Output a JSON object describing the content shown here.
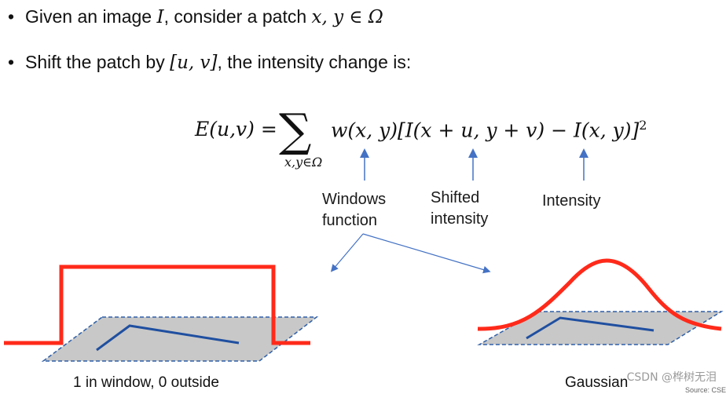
{
  "bullets": [
    {
      "text_before": "Given an image ",
      "math1": "I",
      "text_middle": ", consider a patch ",
      "math2": "x, y ∈ Ω"
    },
    {
      "text_before": "Shift the patch by ",
      "math1": "[u, v]",
      "text_after": ", the intensity change is:"
    }
  ],
  "formula": {
    "lhs": "E(u,v) = ",
    "sum_symbol": "∑",
    "subscript": "x,y∈Ω",
    "rhs": "w(x, y)[I(x + u, y + v) − I(x, y)]",
    "power": "2"
  },
  "annotations": {
    "windows_function": [
      "Windows",
      "function"
    ],
    "shifted_intensity": [
      "Shifted",
      "intensity"
    ],
    "intensity": "Intensity"
  },
  "captions": {
    "left": "1 in window, 0 outside",
    "right": "Gaussian"
  },
  "watermark": "CSDN @桦树无泪",
  "source_text": "Source: CSE",
  "colors": {
    "window_curve": "#ff2a1a",
    "patch_fill": "#c8c8c8",
    "patch_border": "#2e5fa8",
    "arrow": "#4472c4"
  }
}
